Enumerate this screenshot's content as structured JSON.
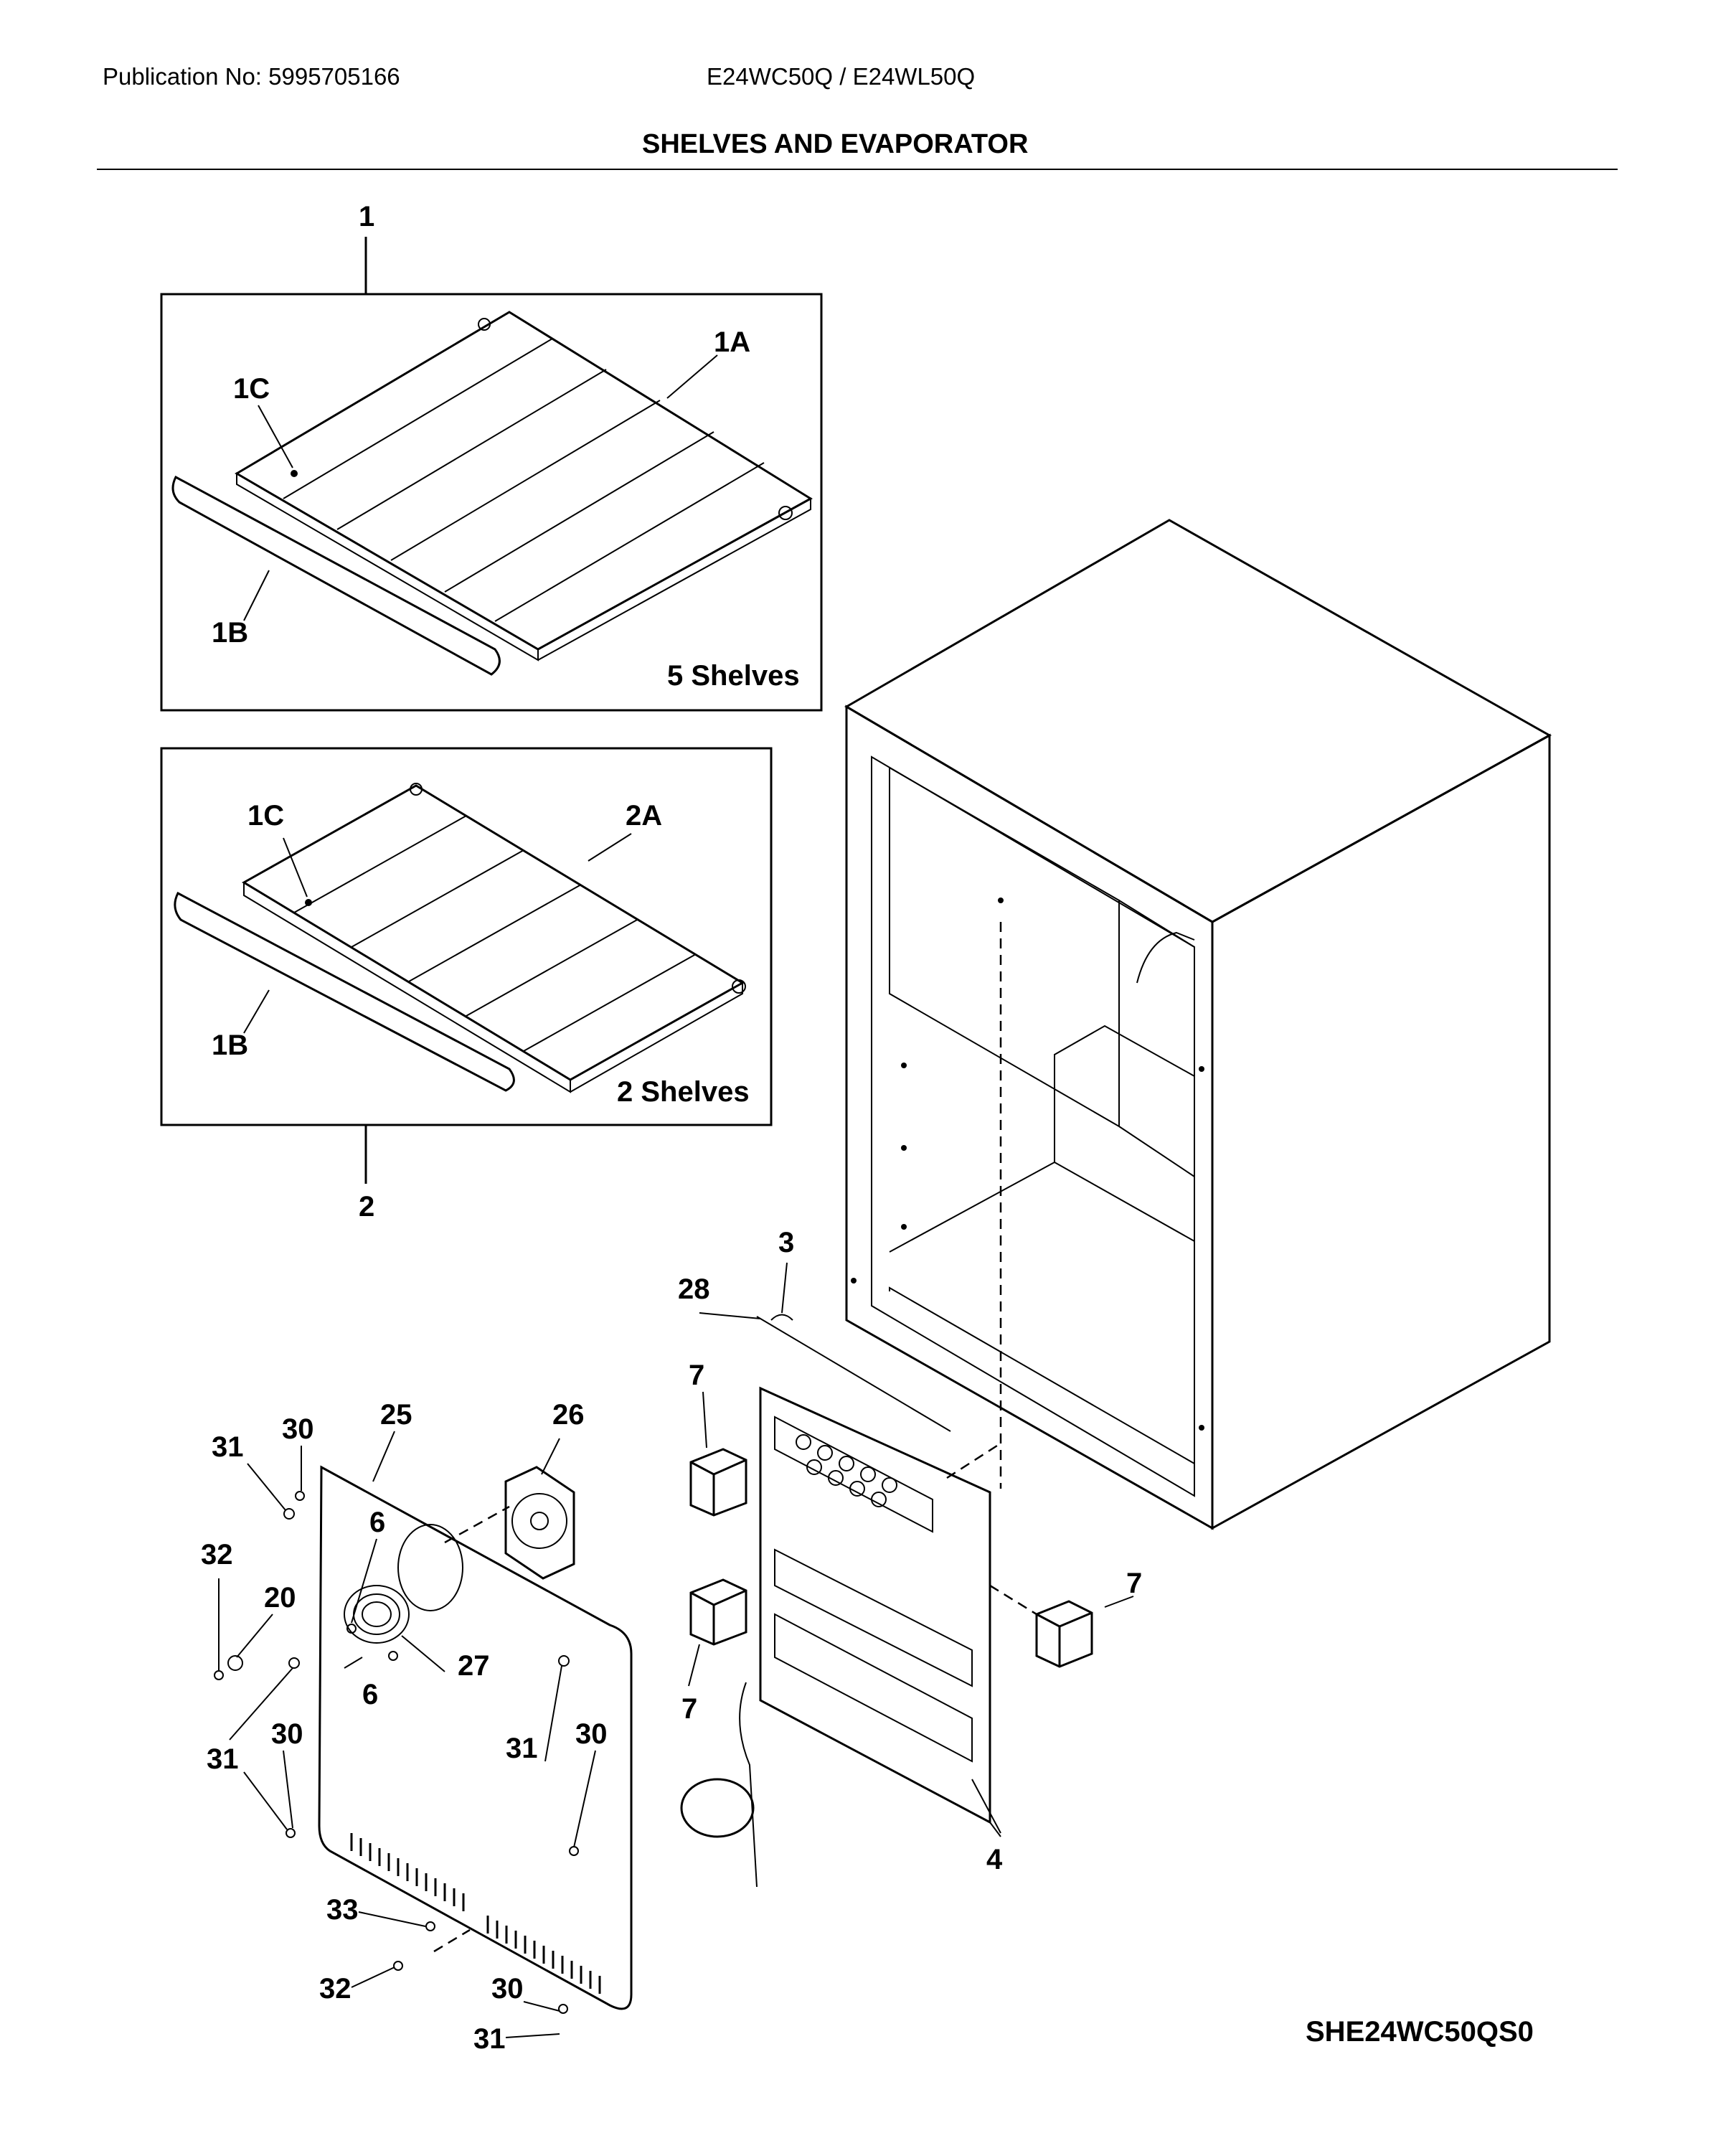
{
  "header": {
    "publication": "Publication No: 5995705166",
    "models": "E24WC50Q / E24WL50Q"
  },
  "title": "SHELVES AND EVAPORATOR",
  "panels": {
    "top_caption": "5 Shelves",
    "bottom_caption": "2 Shelves"
  },
  "callouts": {
    "c1": "1",
    "c1A": "1A",
    "c1C_top": "1C",
    "c1B_top": "1B",
    "c2": "2",
    "c2A": "2A",
    "c1C_bot": "1C",
    "c1B_bot": "1B",
    "c3": "3",
    "c28": "28",
    "c4": "4",
    "c7a": "7",
    "c7b": "7",
    "c7c": "7",
    "c25": "25",
    "c26": "26",
    "c27": "27",
    "c6a": "6",
    "c6b": "6",
    "c20": "20",
    "c30a": "30",
    "c31a": "31",
    "c32a": "32",
    "c31b": "31",
    "c30b": "30",
    "c31c": "31",
    "c30c": "30",
    "c33": "33",
    "c32b": "32",
    "c30d": "30",
    "c31d": "31"
  },
  "drawing_code": "SHE24WC50QS0"
}
